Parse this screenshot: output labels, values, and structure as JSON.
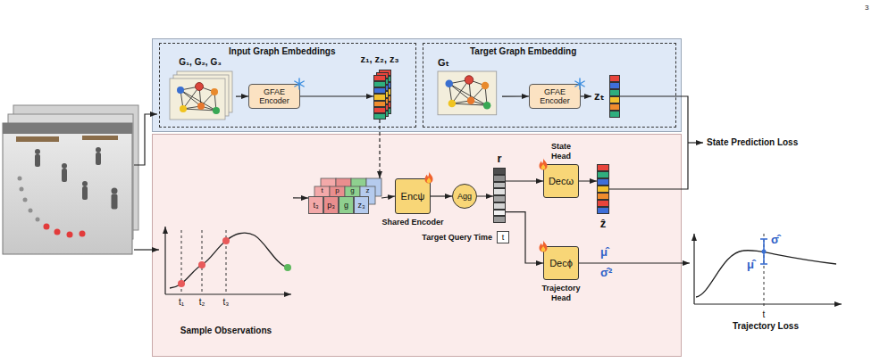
{
  "diagram": {
    "nodes": [
      {
        "text": [
          "Input Graph Embeddings"
        ]
      },
      {
        "text": [
          "G₁, G₂, G₃"
        ],
        "in": 0
      },
      {
        "text": [
          "GFAE Encoder"
        ],
        "in": 0
      },
      {
        "text": [
          "z₁, z₂, z₃"
        ],
        "in": 0
      },
      {
        "text": [
          "Target Graph Embedding"
        ]
      },
      {
        "text": [
          "Gₜ"
        ],
        "in": 4
      },
      {
        "text": [
          "GFAE Encoder"
        ],
        "in": 4
      },
      {
        "text": [
          "zₜ"
        ],
        "in": 4
      },
      {
        "text": [
          "Sample Observations"
        ]
      },
      {
        "text": [
          "t₃",
          "p₃",
          "g",
          "z₃"
        ]
      },
      {
        "text": [
          "Encψ",
          "Shared Encoder"
        ]
      },
      {
        "text": [
          "Agg"
        ]
      },
      {
        "text": [
          "r"
        ]
      },
      {
        "text": [
          "Target Query Time",
          "t"
        ]
      },
      {
        "text": [
          "State Head",
          "Decω"
        ]
      },
      {
        "text": [
          "ẑ"
        ]
      },
      {
        "text": [
          "Decϕ",
          "Trajectory Head"
        ]
      },
      {
        "text": [
          "Trajectory Loss"
        ]
      }
    ],
    "edges": [
      {
        "from": 1,
        "to": 2,
        "arrow": "to"
      },
      {
        "from": 2,
        "to": 3,
        "arrow": "to"
      },
      {
        "from": 5,
        "to": 6,
        "arrow": "to"
      },
      {
        "from": 6,
        "to": 7,
        "arrow": "to"
      },
      {
        "from": 3,
        "to": 9,
        "arrow": "to"
      },
      {
        "from": 8,
        "to": 9,
        "arrow": "to"
      },
      {
        "from": 9,
        "to": 10,
        "arrow": "to"
      },
      {
        "from": 10,
        "to": 11,
        "arrow": "to"
      },
      {
        "from": 11,
        "to": 12,
        "arrow": "to"
      },
      {
        "from": 12,
        "to": 14,
        "arrow": "to"
      },
      {
        "from": 12,
        "to": 16,
        "arrow": "to"
      },
      {
        "from": 14,
        "to": 15,
        "arrow": "to"
      },
      {
        "from": 16,
        "to": 17,
        "arrow": "to"
      }
    ],
    "labels": [
      "3",
      "t₁",
      "t₂",
      "t₃",
      "t",
      "p",
      "g",
      "z",
      "μ̂",
      "σ̂²",
      "μ̂",
      "σ̂",
      "t",
      "State Prediction Loss"
    ]
  }
}
